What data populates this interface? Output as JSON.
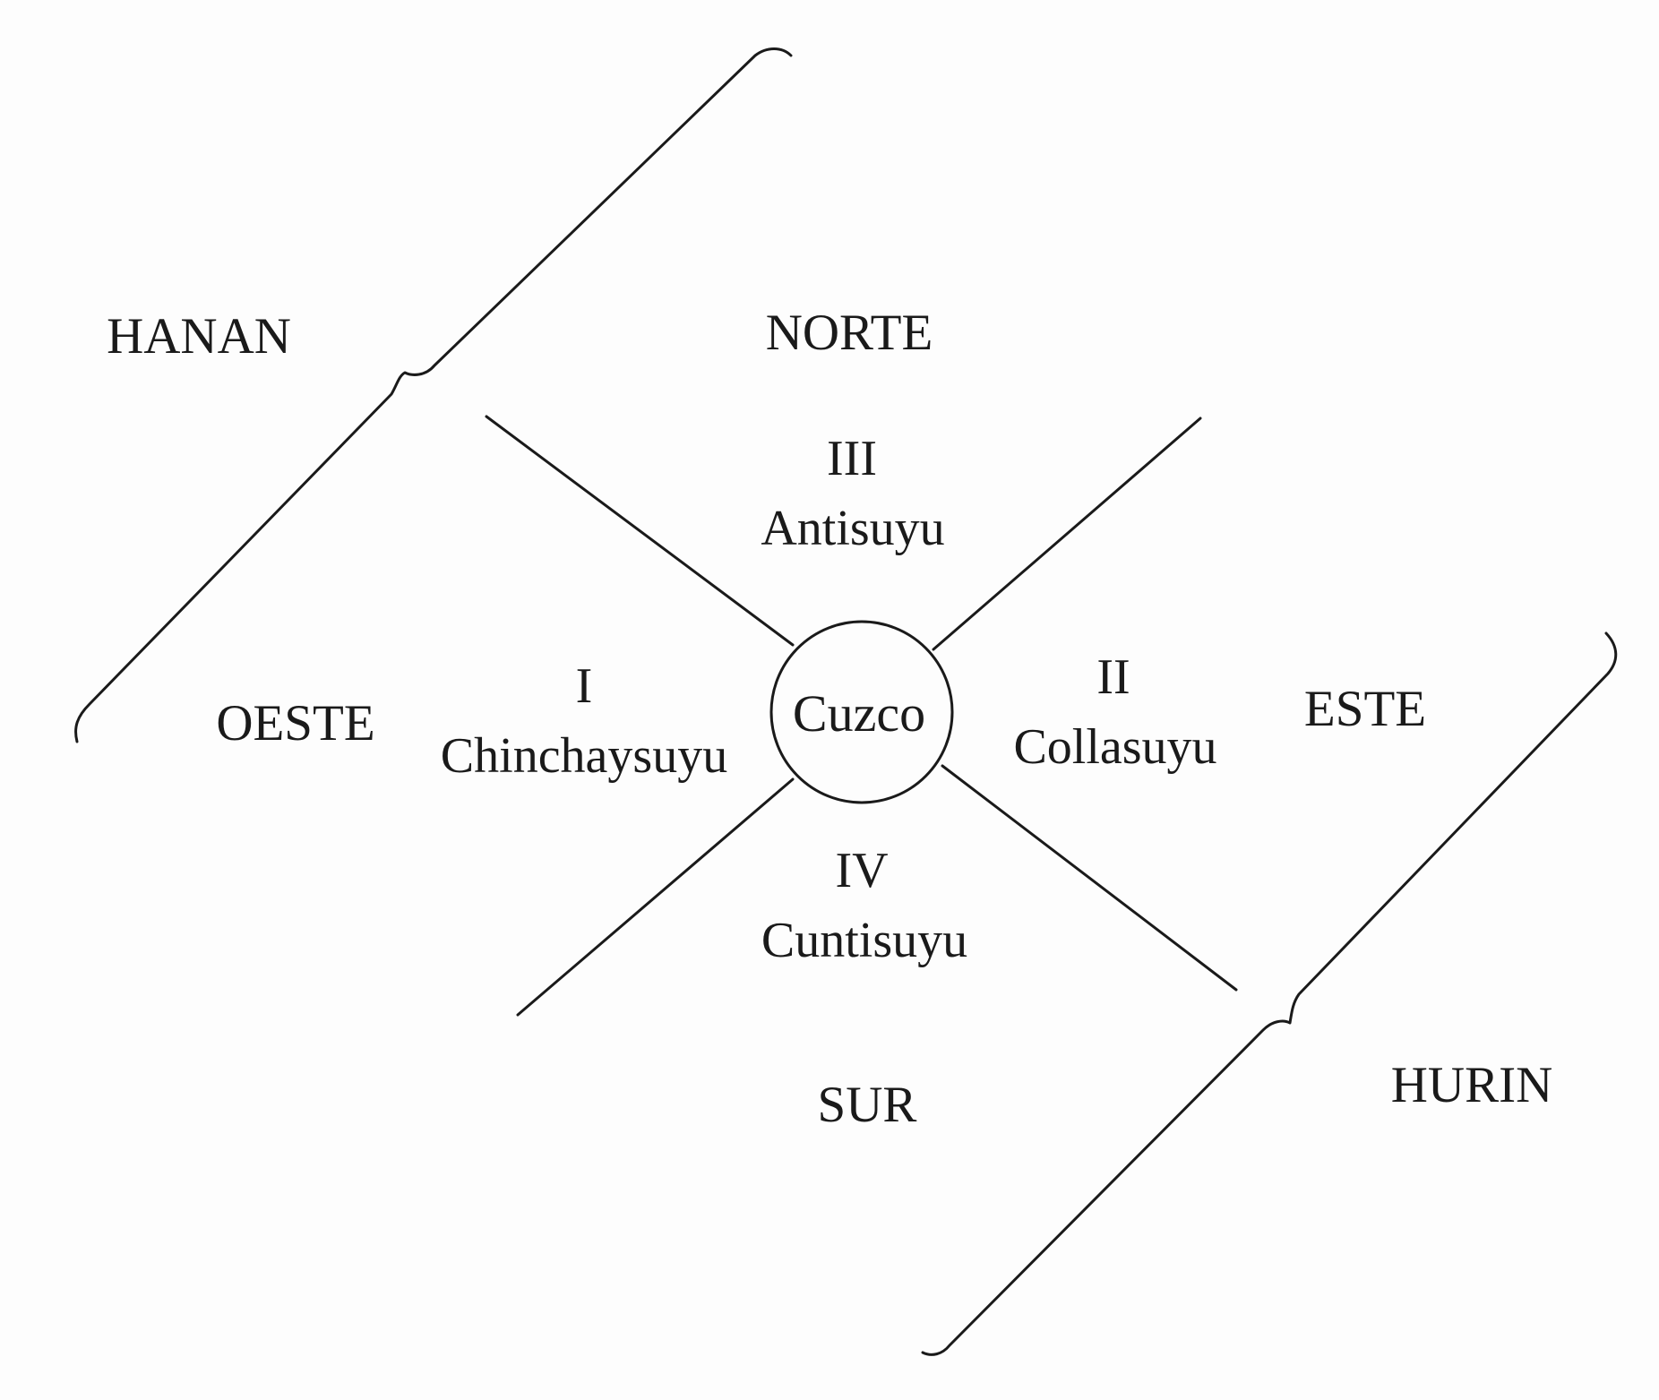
{
  "labels": {
    "hanan": "HANAN",
    "hurin": "HURIN",
    "norte": "NORTE",
    "sur": "SUR",
    "oeste": "OESTE",
    "este": "ESTE",
    "center": "Cuzco"
  },
  "quarters": [
    {
      "numeral": "I",
      "name": "Chinchaysuyu"
    },
    {
      "numeral": "II",
      "name": "Collasuyu"
    },
    {
      "numeral": "III",
      "name": "Antisuyu"
    },
    {
      "numeral": "IV",
      "name": "Cuntisuyu"
    }
  ],
  "colors": {
    "ink": "#1a1a1a",
    "background": "#fdfdfd"
  }
}
